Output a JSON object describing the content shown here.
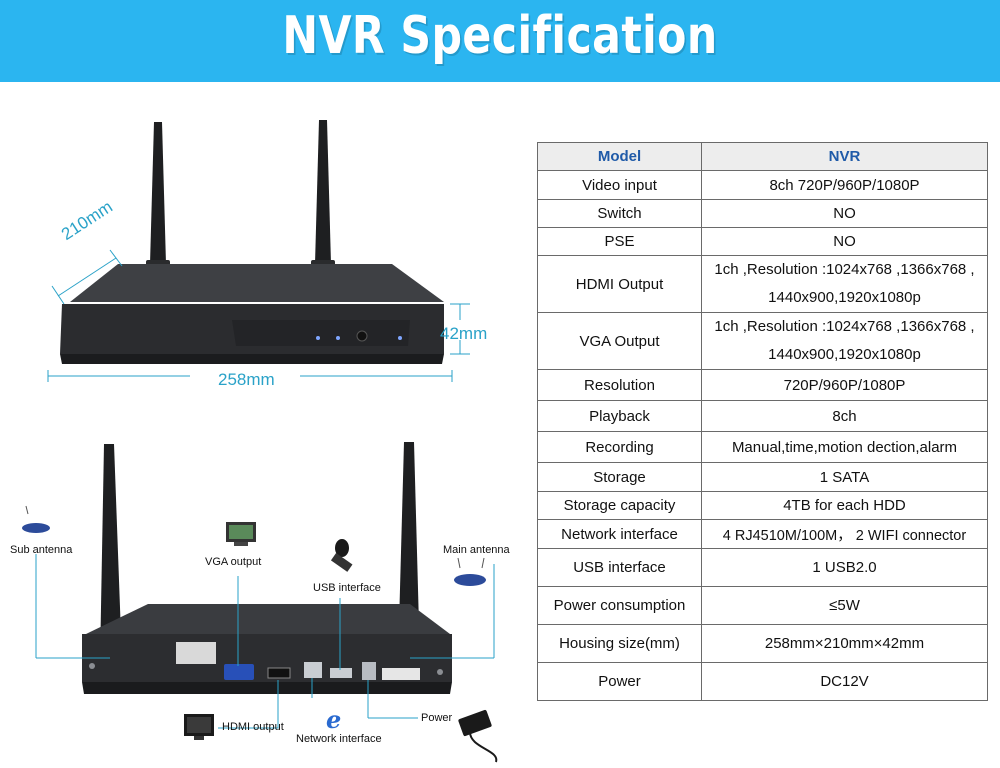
{
  "banner": {
    "title": "NVR Specification",
    "color": "#2bb5f0"
  },
  "dimensions": {
    "depth": "210mm",
    "height": "42mm",
    "width": "258mm"
  },
  "callouts": {
    "sub_antenna": "Sub antenna",
    "vga_output": "VGA output",
    "usb_interface": "USB interface",
    "main_antenna": "Main antenna",
    "hdmi_output": "HDMI output",
    "network_interface": "Network interface",
    "power": "Power"
  },
  "spec": {
    "header": {
      "key": "Model",
      "value": "NVR"
    },
    "rows": [
      {
        "key": "Video input",
        "value": "8ch 720P/960P/1080P"
      },
      {
        "key": "Switch",
        "value": "NO"
      },
      {
        "key": "PSE",
        "value": "NO"
      },
      {
        "key": "HDMI Output",
        "value_line1": "1ch ,Resolution :1024x768 ,1366x768 ,",
        "value_line2": "1440x900,1920x1080p"
      },
      {
        "key": "VGA  Output",
        "value_line1": "1ch ,Resolution :1024x768 ,1366x768 ,",
        "value_line2": "1440x900,1920x1080p"
      },
      {
        "key": "Resolution",
        "value": "720P/960P/1080P"
      },
      {
        "key": "Playback",
        "value": "8ch"
      },
      {
        "key": "Recording",
        "value": "Manual,time,motion  dection,alarm"
      },
      {
        "key": "Storage",
        "value": "1 SATA"
      },
      {
        "key": "Storage capacity",
        "value": "4TB for each HDD"
      },
      {
        "key": "Network interface",
        "value": "4 RJ4510M/100M， 2  WIFI  connector"
      },
      {
        "key": "USB interface",
        "value": "1 USB2.0"
      },
      {
        "key": "Power consumption",
        "value": "≤5W"
      },
      {
        "key": "Housing size(mm)",
        "value": "258mm×210mm×42mm"
      },
      {
        "key": "Power",
        "value": "DC12V"
      }
    ]
  }
}
